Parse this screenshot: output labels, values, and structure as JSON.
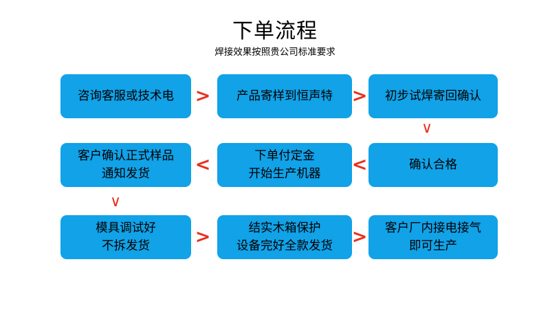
{
  "header": {
    "title": "下单流程",
    "subtitle": "焊接效果按照贵公司标准要求"
  },
  "colors": {
    "node_fill": "#11a2e8",
    "node_text": "#000000",
    "arrow": "#e8301c",
    "background": "#ffffff"
  },
  "flow": {
    "rows": [
      {
        "id": "row-1",
        "nodes": [
          {
            "id": "node-1",
            "lines": [
              "咨询客服或技术电"
            ]
          },
          {
            "id": "node-2",
            "lines": [
              "产品寄样到恒声特"
            ]
          },
          {
            "id": "node-3",
            "lines": [
              "初步试焊寄回确认"
            ]
          }
        ],
        "connectors": [
          {
            "id": "arrow-1-2",
            "glyph": ">",
            "direction": "right"
          },
          {
            "id": "arrow-2-3",
            "glyph": ">",
            "direction": "right"
          }
        ]
      },
      {
        "id": "row-2",
        "nodes": [
          {
            "id": "node-6",
            "lines": [
              "客户确认正式样品",
              "通知发货"
            ]
          },
          {
            "id": "node-5",
            "lines": [
              "下单付定金",
              "开始生产机器"
            ]
          },
          {
            "id": "node-4",
            "lines": [
              "确认合格"
            ]
          }
        ],
        "connectors": [
          {
            "id": "arrow-5-6",
            "glyph": "<",
            "direction": "left"
          },
          {
            "id": "arrow-4-5",
            "glyph": "<",
            "direction": "left"
          }
        ]
      },
      {
        "id": "row-3",
        "nodes": [
          {
            "id": "node-7",
            "lines": [
              "模具调试好",
              "不拆发货"
            ]
          },
          {
            "id": "node-8",
            "lines": [
              "结实木箱保护",
              "设备完好全款发货"
            ]
          },
          {
            "id": "node-9",
            "lines": [
              "客户厂内接电接气",
              "即可生产"
            ]
          }
        ],
        "connectors": [
          {
            "id": "arrow-7-8",
            "glyph": ">",
            "direction": "right"
          },
          {
            "id": "arrow-8-9",
            "glyph": ">",
            "direction": "right"
          }
        ]
      }
    ],
    "vertical_connectors": [
      {
        "id": "arrow-down-col3",
        "glyph": "∨",
        "direction": "down",
        "from": "node-3",
        "to": "node-4"
      },
      {
        "id": "arrow-down-col1",
        "glyph": "∨",
        "direction": "down",
        "from": "node-6",
        "to": "node-7"
      }
    ]
  }
}
